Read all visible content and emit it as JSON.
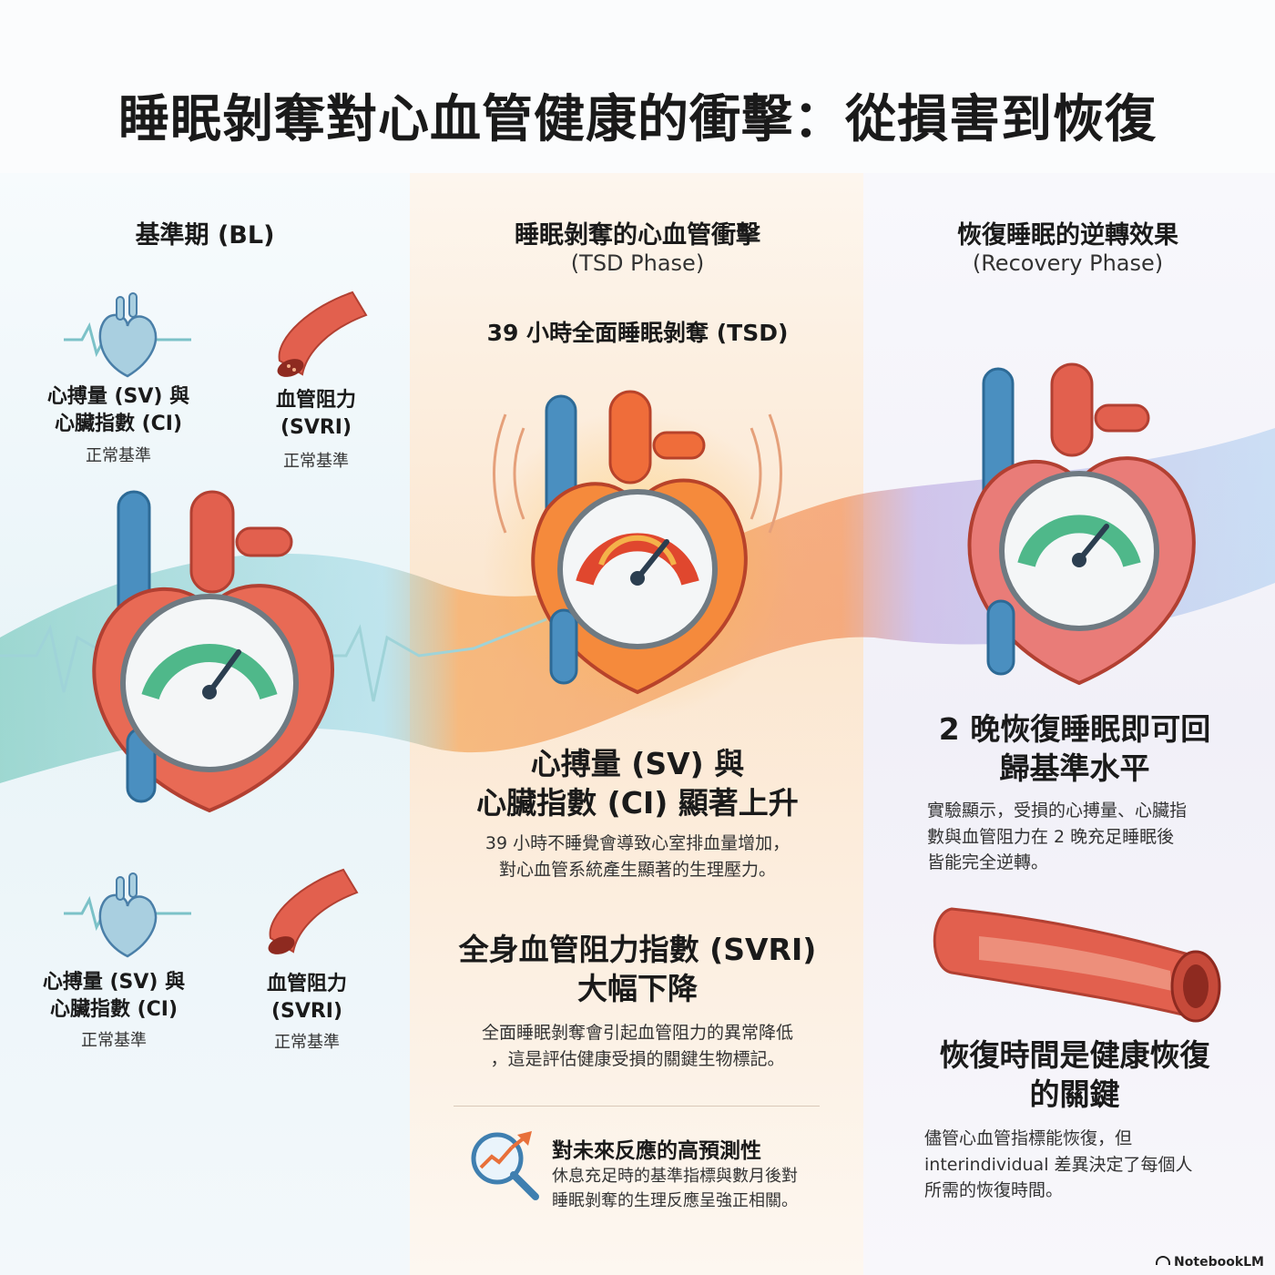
{
  "title": "睡眠剝奪對心血管健康的衝擊：從損害到恢復",
  "baseline": {
    "heading": "基準期 (BL)",
    "top_left": {
      "label_line1": "心搏量 (SV) 與",
      "label_line2": "心臟指數 (CI)",
      "sub": "正常基準"
    },
    "top_right": {
      "label_line1": "血管阻力",
      "label_line2": "(SVRI)",
      "sub": "正常基準"
    },
    "bottom_left": {
      "label_line1": "心搏量 (SV) 與",
      "label_line2": "心臟指數 (CI)",
      "sub": "正常基準"
    },
    "bottom_right": {
      "label_line1": "血管阻力",
      "label_line2": "(SVRI)",
      "sub": "正常基準"
    }
  },
  "tsd": {
    "heading": "睡眠剝奪的心血管衝擊",
    "subheading": "(TSD Phase)",
    "condition": "39 小時全面睡眠剝奪 (TSD)",
    "finding1": {
      "line1": "心搏量 (SV) 與",
      "line2": "心臟指數 (CI) 顯著上升",
      "body1": "39 小時不睡覺會導致心室排血量增加，",
      "body2": "對心血管系統產生顯著的生理壓力。"
    },
    "finding2": {
      "line1": "全身血管阻力指數 (SVRI)",
      "line2": "大幅下降",
      "body1": "全面睡眠剝奪會引起血管阻力的異常降低",
      "body2": "，這是評估健康受損的關鍵生物標記。"
    },
    "prediction": {
      "title": "對未來反應的高預測性",
      "body1": "休息充足時的基準指標與數月後對",
      "body2": "睡眠剝奪的生理反應呈強正相關。"
    }
  },
  "recovery": {
    "heading": "恢復睡眠的逆轉效果",
    "subheading": "(Recovery Phase)",
    "finding1": {
      "line1": "2 晚恢復睡眠即可回",
      "line2": "歸基準水平",
      "body1": "實驗顯示，受損的心搏量、心臟指",
      "body2": "數與血管阻力在 2 晚充足睡眠後",
      "body3": "皆能完全逆轉。"
    },
    "finding2": {
      "line1": "恢復時間是健康恢復",
      "line2": "的關鍵",
      "body1": "儘管心血管指標能恢復，但",
      "body2": "interindividual 差異決定了每個人",
      "body3": "所需的恢復時間。"
    }
  },
  "brand": "NotebookLM",
  "colors": {
    "heart_red": "#e2604e",
    "vessel_blue": "#4a8fc0",
    "gauge_green": "#4fb88a",
    "gauge_red": "#e0472e",
    "tsd_orange": "#f59a3c",
    "recovery_purple": "#9b8fd8"
  }
}
